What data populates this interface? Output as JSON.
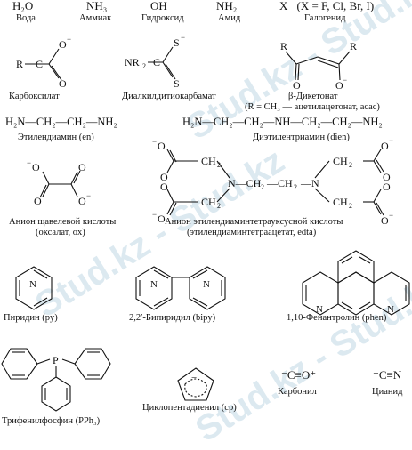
{
  "watermark": "Stud.kz - Stud.kz",
  "row1": [
    {
      "formula": "H₂O",
      "label": "Вода"
    },
    {
      "formula": "NH₃",
      "label": "Аммиак"
    },
    {
      "formula": "OH⁻",
      "label": "Гидроксид"
    },
    {
      "formula": "NH₂⁻",
      "label": "Амид"
    },
    {
      "formula": "X⁻ (X = F, Cl, Br, I)",
      "label": "Галогенид"
    }
  ],
  "ligands": {
    "carboxylate": "Карбоксилат",
    "dithiocarbamate": "Диалкилдитиокарбамат",
    "diketonate": "β-Дикетонат",
    "diketonate_note": "(R = CH₃ — ацетилацетонат, acac)",
    "en_formula": "H₂N—CH₂—CH₂—NH₂",
    "en": "Этилендиамин (en)",
    "dien_formula": "H₂N—CH₂—CH₂—NH—CH₂—CH₂—NH₂",
    "dien": "Диэтилентриамин (dien)",
    "oxalate": "Анион щавелевой кислоты",
    "oxalate_note": "(оксалат, ox)",
    "edta": "Анион этилендиаминтетрауксусной кислоты",
    "edta_note": "(этилендиаминтетраацетат, edta)",
    "py": "Пиридин (py)",
    "bipy": "2,2′-Бипиридил (bipy)",
    "phen": "1,10-Фенантролин (phen)",
    "pph3": "Трифенилфосфин (PPh₃)",
    "cp": "Циклопентадиенил (cp)",
    "carbonyl": "Карбонил",
    "carbonyl_formula": "⁻C≡O⁺",
    "cyanide": "Цианид",
    "cyanide_formula": "⁻C≡N"
  }
}
